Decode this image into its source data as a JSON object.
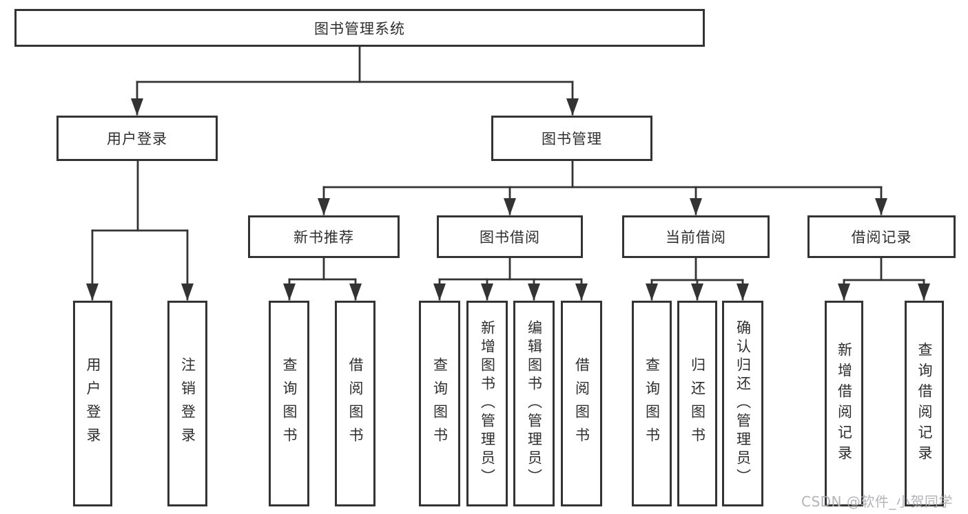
{
  "colors": {
    "line": "#333333",
    "node_border": "#333333",
    "node_text": "#2e2e2e",
    "background": "#ffffff",
    "watermark_text": "#acacb2"
  },
  "watermark": {
    "text": "CSDN @软件_小贺同学"
  },
  "tree": {
    "label": "图书管理系统",
    "children": [
      {
        "label": "用户登录",
        "children": [
          {
            "label": "用户登录"
          },
          {
            "label": "注销登录"
          }
        ]
      },
      {
        "label": "图书管理",
        "children": [
          {
            "label": "新书推荐",
            "children": [
              {
                "label": "查询图书"
              },
              {
                "label": "借阅图书"
              }
            ]
          },
          {
            "label": "图书借阅",
            "children": [
              {
                "label": "查询图书"
              },
              {
                "label": "新增图书（管理员）"
              },
              {
                "label": "编辑图书（管理员）"
              },
              {
                "label": "借阅图书"
              }
            ]
          },
          {
            "label": "当前借阅",
            "children": [
              {
                "label": "查询图书"
              },
              {
                "label": "归还图书"
              },
              {
                "label": "确认归还（管理员）"
              }
            ]
          },
          {
            "label": "借阅记录",
            "children": [
              {
                "label": "新增借阅记录"
              },
              {
                "label": "查询借阅记录"
              }
            ]
          }
        ]
      }
    ]
  }
}
